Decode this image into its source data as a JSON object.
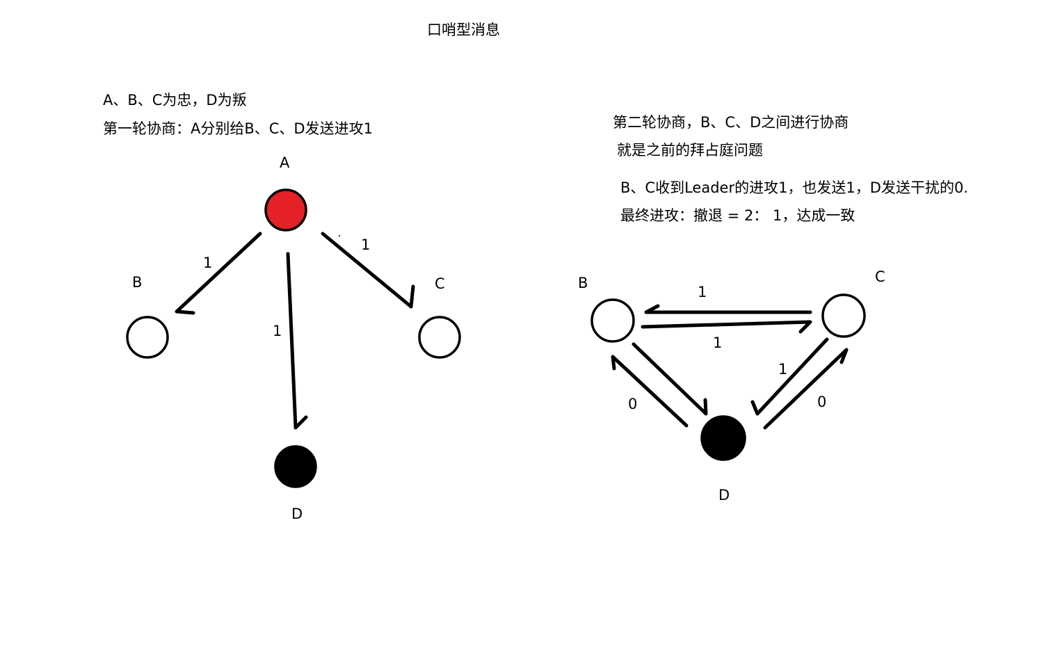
{
  "title": "口哨型消息",
  "round1": {
    "notes": [
      "A、B、C为忠，D为叛",
      "第一轮协商：A分别给B、C、D发送进攻1"
    ],
    "nodes": {
      "A": {
        "label": "A",
        "color": "#e52128"
      },
      "B": {
        "label": "B",
        "color": "#ffffff"
      },
      "C": {
        "label": "C",
        "color": "#ffffff"
      },
      "D": {
        "label": "D",
        "color": "#000000"
      }
    },
    "edges": [
      {
        "id": "a-b",
        "from": "A",
        "to": "B",
        "label": "1"
      },
      {
        "id": "a-c",
        "from": "A",
        "to": "C",
        "label": "1"
      },
      {
        "id": "a-d",
        "from": "A",
        "to": "D",
        "label": "1"
      }
    ]
  },
  "round2": {
    "notes": [
      "第二轮协商，B、C、D之间进行协商",
      "就是之前的拜占庭问题",
      "B、C收到Leader的进攻1，也发送1，D发送干扰的0.",
      "最终进攻：撤退 = 2： 1，达成一致"
    ],
    "nodes": {
      "B": {
        "label": "B",
        "color": "#ffffff"
      },
      "C": {
        "label": "C",
        "color": "#ffffff"
      },
      "D": {
        "label": "D",
        "color": "#000000"
      }
    },
    "edges": [
      {
        "id": "c-b",
        "from": "C",
        "to": "B",
        "label": "1"
      },
      {
        "id": "b-c",
        "from": "B",
        "to": "C",
        "label": "1"
      },
      {
        "id": "c-d",
        "from": "C",
        "to": "D",
        "label": "1"
      },
      {
        "id": "d-c",
        "from": "D",
        "to": "C",
        "label": "0"
      },
      {
        "id": "d-b",
        "from": "D",
        "to": "B",
        "label": "0"
      },
      {
        "id": "b-d",
        "from": "B",
        "to": "D",
        "label": ""
      }
    ]
  }
}
